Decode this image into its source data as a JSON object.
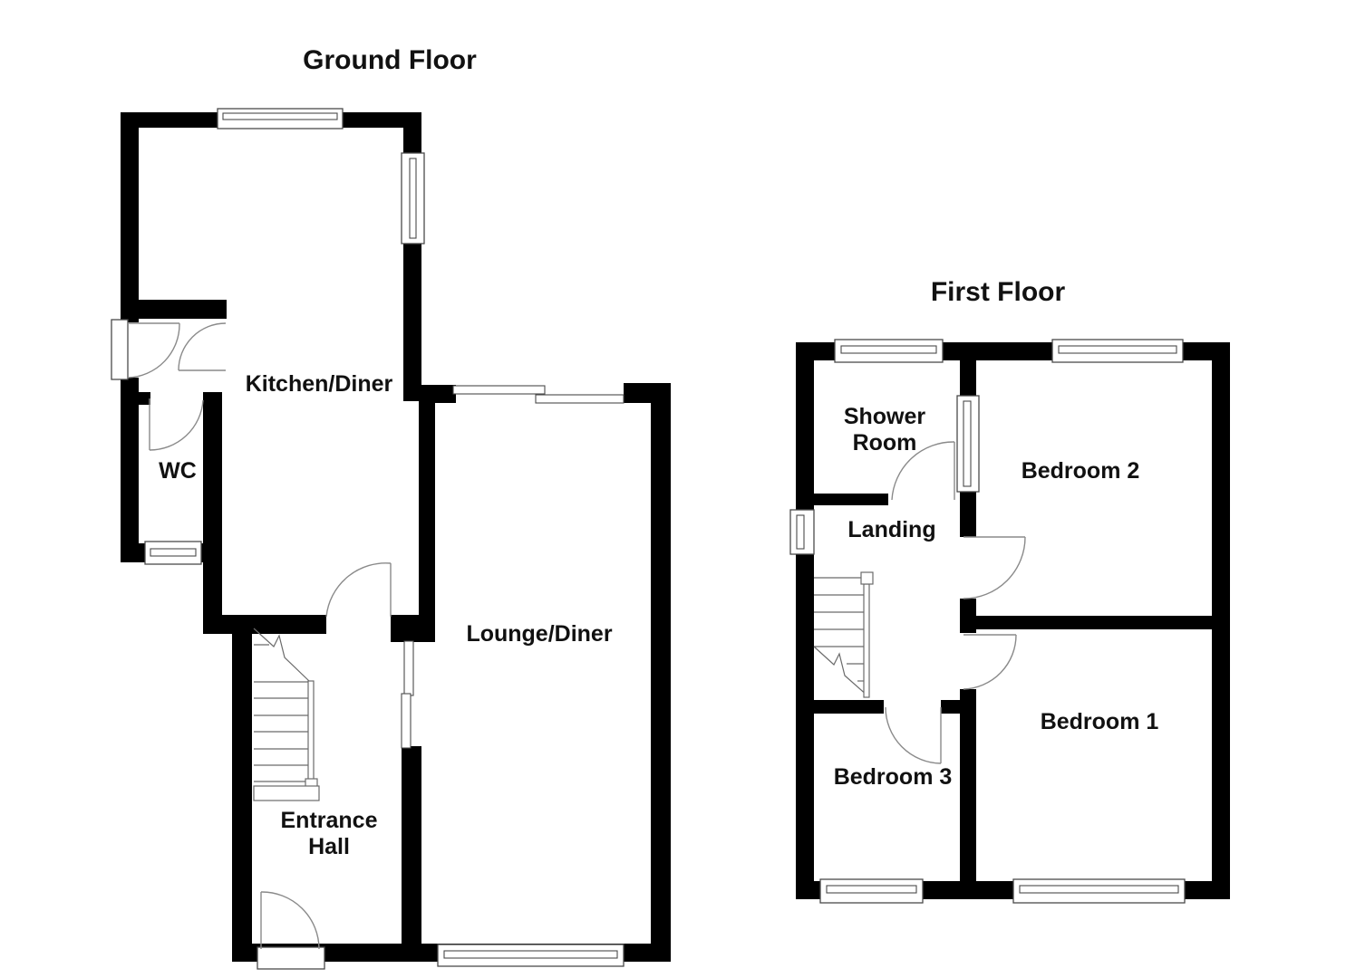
{
  "document": {
    "type": "floor-plan",
    "background": "#ffffff",
    "colors": {
      "wall": "#000000",
      "symbol_outline": "#4a4a4a",
      "door_swing": "#8a8a8a",
      "stairs": "#6b6b6b",
      "text": "#111111"
    }
  },
  "floors": [
    {
      "title": "Ground Floor",
      "rooms": [
        {
          "name": "kitchen-diner",
          "label": "Kitchen/Diner"
        },
        {
          "name": "wc",
          "label": "WC"
        },
        {
          "name": "lounge-diner",
          "label": "Lounge/Diner"
        },
        {
          "name": "entrance-hall",
          "label": "Entrance Hall"
        }
      ],
      "features": [
        "kitchen window",
        "kitchen side window",
        "side door",
        "wc window",
        "front door",
        "lounge window",
        "patio sliding doors",
        "staircase"
      ]
    },
    {
      "title": "First Floor",
      "rooms": [
        {
          "name": "shower-room",
          "label": "Shower Room"
        },
        {
          "name": "bedroom-2",
          "label": "Bedroom 2"
        },
        {
          "name": "landing",
          "label": "Landing"
        },
        {
          "name": "bedroom-1",
          "label": "Bedroom 1"
        },
        {
          "name": "bedroom-3",
          "label": "Bedroom 3"
        }
      ],
      "features": [
        "shower room window",
        "bedroom 2 window",
        "landing window",
        "internal window",
        "bedroom 3 window",
        "bedroom 1 window",
        "staircase"
      ]
    }
  ]
}
